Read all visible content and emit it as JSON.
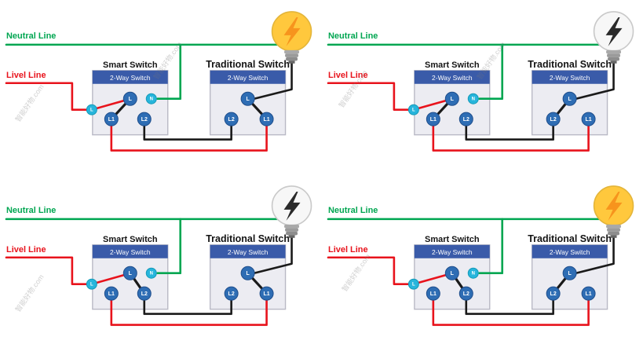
{
  "colors": {
    "neutral_wire": "#00A651",
    "live_wire": "#E8131C",
    "traveler_wire": "#1A1A1A",
    "switch_header_blue": "#3A5BA9",
    "terminal_blue": "#2E6DB4",
    "terminal_cyan": "#27B5DC",
    "bulb_lit": "#FFC83D",
    "bulb_off": "#F7F7F7",
    "bulb_bolt_lit": "#F7941D",
    "bulb_bolt_off": "#2A2A2A",
    "bulb_stroke_lit": "#E3B53A",
    "bulb_stroke_off": "#C9C9C9"
  },
  "watermark_text": "智能好物.com",
  "quadrants": [
    {
      "neutral_label": "Neutral Line",
      "live_label": "Livel Line",
      "smart_switch_title": "Smart Switch",
      "traditional_switch_title": "Traditional Switch",
      "smart_header_label": "2-Way Switch",
      "traditional_header_label": "2-Way Switch",
      "smart_terminals": {
        "l": "L",
        "n": "N",
        "live_in": "L",
        "l1": "L1",
        "l2": "L2"
      },
      "traditional_terminals": {
        "l": "L",
        "l2": "L2",
        "l1": "L1"
      },
      "smart_position": "L1",
      "traditional_position": "L1",
      "bulb_on": true
    },
    {
      "neutral_label": "Neutral Line",
      "live_label": "Livel Line",
      "smart_switch_title": "Smart Switch",
      "traditional_switch_title": "Traditional Switch",
      "smart_header_label": "2-Way Switch",
      "traditional_header_label": "2-Way Switch",
      "smart_terminals": {
        "l": "L",
        "n": "N",
        "live_in": "L",
        "l1": "L1",
        "l2": "L2"
      },
      "traditional_terminals": {
        "l": "L",
        "l2": "L2",
        "l1": "L1"
      },
      "smart_position": "L1",
      "traditional_position": "L2",
      "bulb_on": false
    },
    {
      "neutral_label": "Neutral Line",
      "live_label": "Livel Line",
      "smart_switch_title": "Smart Switch",
      "traditional_switch_title": "Traditional Switch",
      "smart_header_label": "2-Way Switch",
      "traditional_header_label": "2-Way Switch",
      "smart_terminals": {
        "l": "L",
        "n": "N",
        "live_in": "L",
        "l1": "L1",
        "l2": "L2"
      },
      "traditional_terminals": {
        "l": "L",
        "l2": "L2",
        "l1": "L1"
      },
      "smart_position": "L2",
      "traditional_position": "L1",
      "bulb_on": false
    },
    {
      "neutral_label": "Neutral Line",
      "live_label": "Livel Line",
      "smart_switch_title": "Smart Switch",
      "traditional_switch_title": "Traditional Switch",
      "smart_header_label": "2-Way Switch",
      "traditional_header_label": "2-Way Switch",
      "smart_terminals": {
        "l": "L",
        "n": "N",
        "live_in": "L",
        "l1": "L1",
        "l2": "L2"
      },
      "traditional_terminals": {
        "l": "L",
        "l2": "L2",
        "l1": "L1"
      },
      "smart_position": "L2",
      "traditional_position": "L2",
      "bulb_on": true
    }
  ]
}
